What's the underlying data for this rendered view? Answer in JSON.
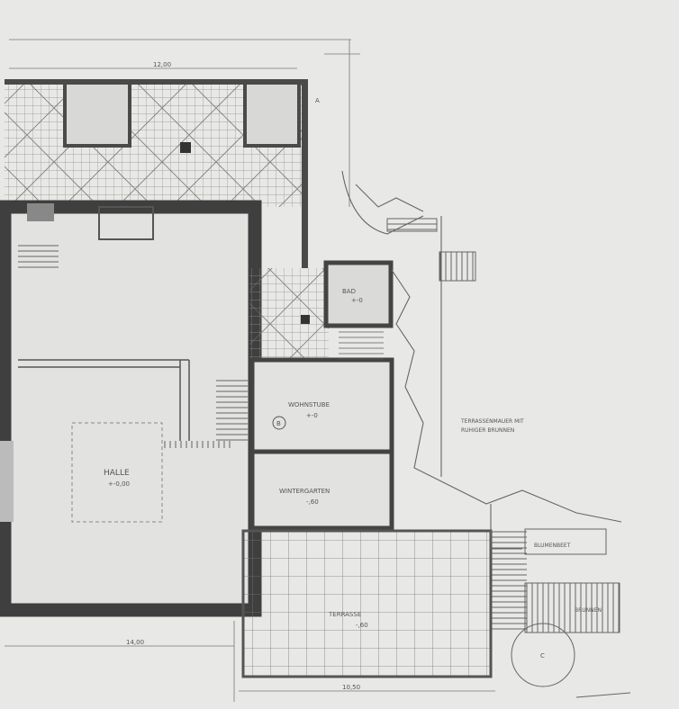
{
  "drawing": {
    "rooms": {
      "halle": {
        "name": "HALLE",
        "level": "+-0,00"
      },
      "terrace": {
        "name": "TERRASSE",
        "level": "-,60"
      },
      "wohnzimmer": {
        "name": "WOHNSTUBE",
        "level": "+-0"
      },
      "winter": {
        "name": "WINTERGARTEN",
        "level": "-,60"
      },
      "small": {
        "name": "BAD",
        "level": "+-0"
      }
    },
    "dims": {
      "top_run": "12,00",
      "bottom_left": "14,00",
      "bottom_right": "10,50"
    },
    "markers": {
      "a": "A",
      "b": "B",
      "c": "C"
    },
    "notes": {
      "n1": "TERRASSENMAUER MIT",
      "n2": "RUHIGER BRUNNEN",
      "n3": "BLUMENBEET",
      "n4": "BRUNNEN"
    }
  }
}
